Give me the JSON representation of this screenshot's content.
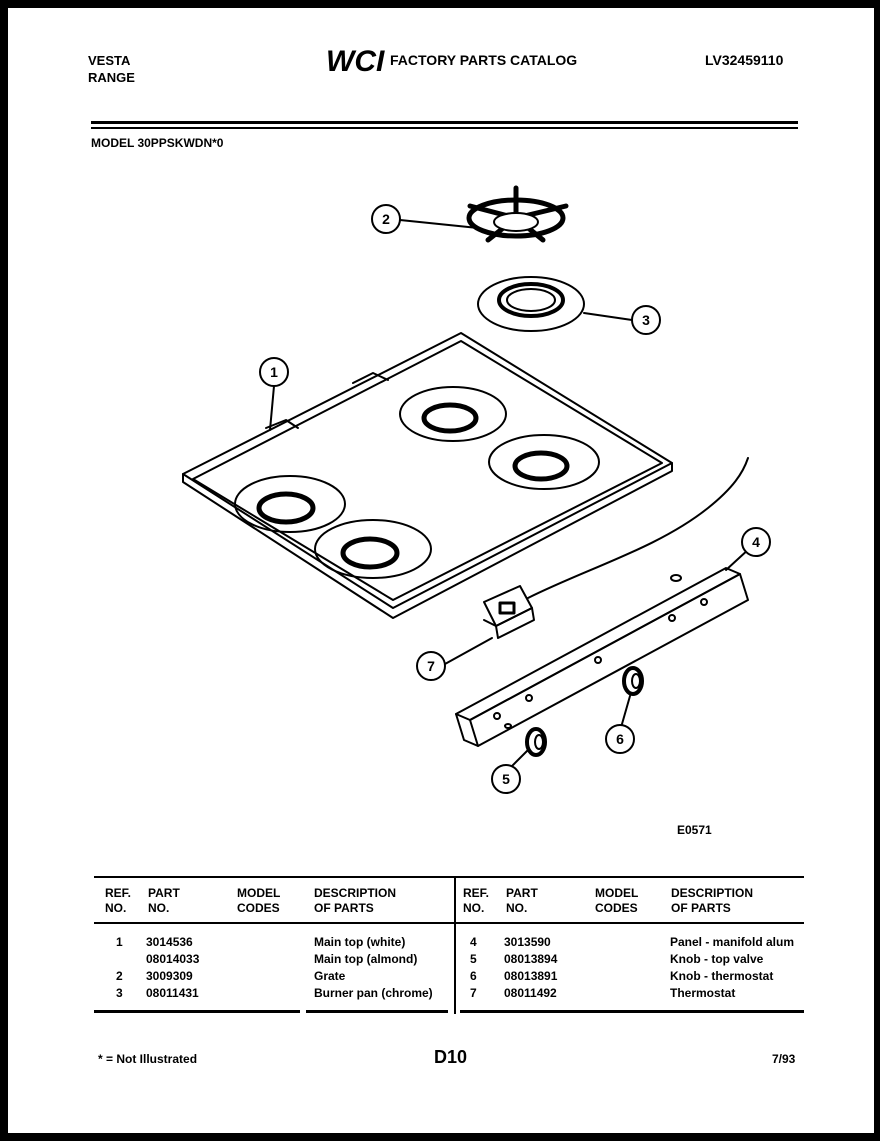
{
  "header": {
    "brand_line1": "VESTA",
    "brand_line2": "RANGE",
    "logo_text": "WCI",
    "catalog_title": "FACTORY PARTS CATALOG",
    "catalog_number": "LV32459110"
  },
  "model": "MODEL 30PPSKWDN*0",
  "diagram": {
    "callouts": [
      "1",
      "2",
      "3",
      "4",
      "5",
      "6",
      "7"
    ],
    "drawing_code": "E0571"
  },
  "table": {
    "headers": {
      "ref_no_1": "REF.",
      "ref_no_2": "NO.",
      "part_no_1": "PART",
      "part_no_2": "NO.",
      "model_codes_1": "MODEL",
      "model_codes_2": "CODES",
      "description_1": "DESCRIPTION",
      "description_2": "OF PARTS"
    },
    "left_rows": [
      {
        "ref": "1",
        "part": "3014536",
        "desc": "Main top (white)"
      },
      {
        "ref": "",
        "part": "08014033",
        "desc": "Main top (almond)"
      },
      {
        "ref": "2",
        "part": "3009309",
        "desc": "Grate"
      },
      {
        "ref": "3",
        "part": "08011431",
        "desc": "Burner pan (chrome)"
      }
    ],
    "right_rows": [
      {
        "ref": "4",
        "part": "3013590",
        "desc": "Panel - manifold alum"
      },
      {
        "ref": "5",
        "part": "08013894",
        "desc": "Knob - top valve"
      },
      {
        "ref": "6",
        "part": "08013891",
        "desc": "Knob - thermostat"
      },
      {
        "ref": "7",
        "part": "08011492",
        "desc": "Thermostat"
      }
    ]
  },
  "footer": {
    "note": "* = Not Illustrated",
    "page": "D10",
    "date": "7/93"
  }
}
